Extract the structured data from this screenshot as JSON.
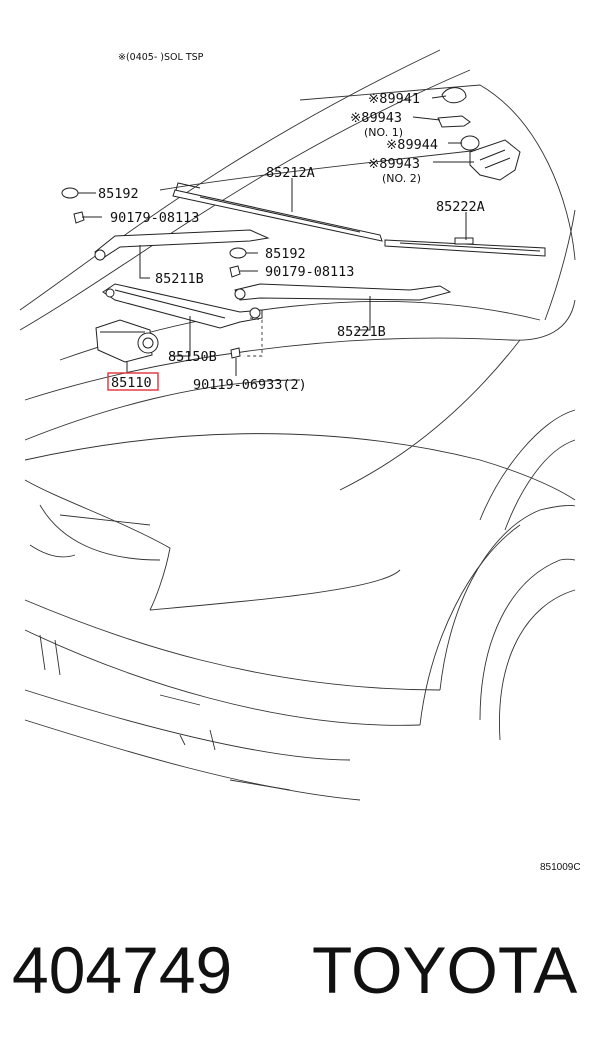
{
  "header_note": "※(0405-      )SOL TSP",
  "parts": {
    "p89941": "※89941",
    "p89943_no1": "※89943",
    "p89943_no1_sub": "(NO. 1)",
    "p89944": "※89944",
    "p89943_no2": "※89943",
    "p89943_no2_sub": "(NO. 2)",
    "p85212A": "85212A",
    "p85222A": "85222A",
    "p85192_a": "85192",
    "p90179_a": "90179-08113",
    "p85192_b": "85192",
    "p90179_b": "90179-08113",
    "p85211B": "85211B",
    "p85221B": "85221B",
    "p85150B": "85150B",
    "p85110": "85110",
    "p90119": "90119-06933(2)"
  },
  "highlight_color": "#e0303a",
  "diagram_code": "851009C",
  "footer": {
    "part_id": "404749",
    "brand": "TOYOTA"
  }
}
